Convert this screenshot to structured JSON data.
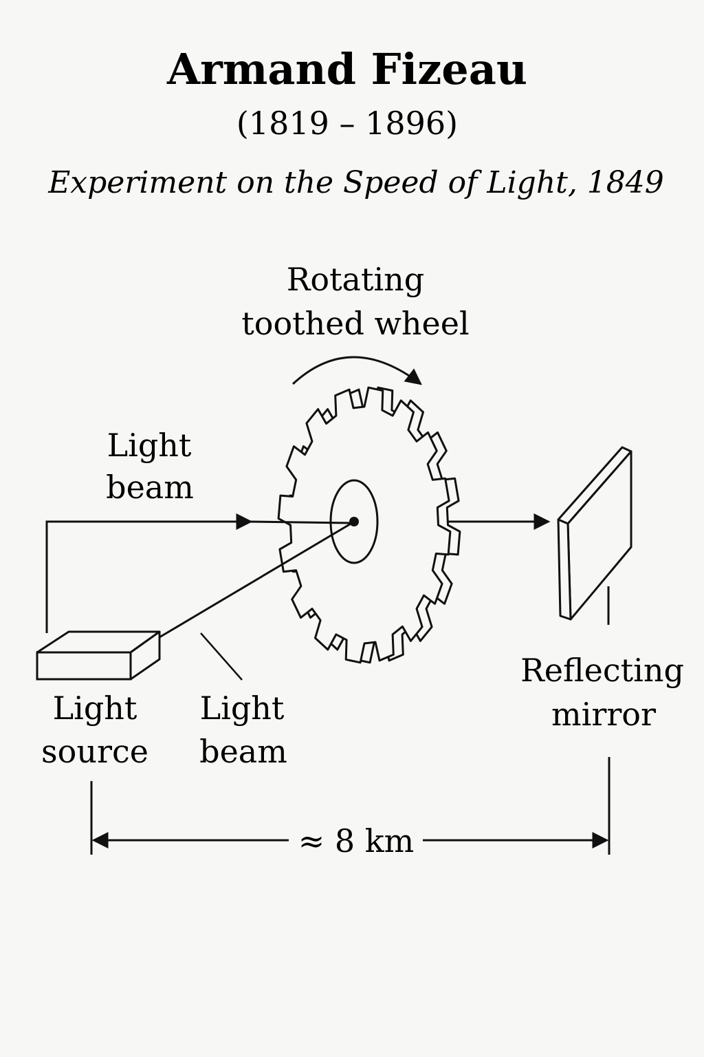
{
  "header": {
    "title": "Armand Fizeau",
    "dates": "(1819 – 1896)",
    "subtitle": "Experiment on the Speed of Light, 1849"
  },
  "labels": {
    "wheel_line1": "Rotating",
    "wheel_line2": "toothed wheel",
    "beam_top_line1": "Light",
    "beam_top_line2": "beam",
    "source_line1": "Light",
    "source_line2": "source",
    "beam_bottom_line1": "Light",
    "beam_bottom_line2": "beam",
    "mirror_line1": "Reflecting",
    "mirror_line2": "mirror",
    "distance": "≈ 8 km"
  },
  "colors": {
    "ink": "#111111",
    "background": "#f7f7f5"
  }
}
